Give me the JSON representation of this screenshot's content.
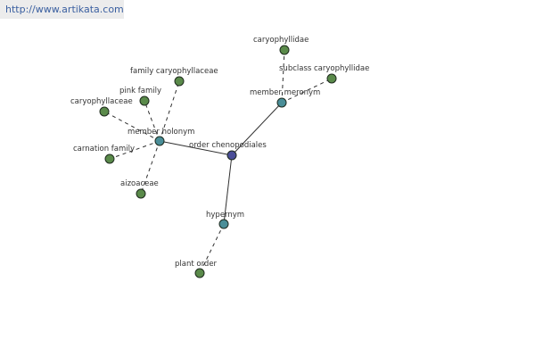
{
  "source": {
    "url_text": "http://www.artikata.com"
  },
  "colors": {
    "leaf": "#5a8a4a",
    "relation": "#4a8e98",
    "center": "#4a4e98",
    "banner": "#ececec",
    "link": "#3a5fa0"
  },
  "graph": {
    "center": {
      "id": "order-chenopodiales",
      "label": "order chenopodiales",
      "kind": "center"
    },
    "relations": [
      {
        "id": "member-holonym",
        "label": "member holonym",
        "kind": "relation"
      },
      {
        "id": "member-meronym",
        "label": "member meronym",
        "kind": "relation"
      },
      {
        "id": "hypernym",
        "label": "hypernym",
        "kind": "relation"
      }
    ],
    "leaves": [
      {
        "id": "family-caryophyllaceae",
        "label": "family caryophyllaceae",
        "relation": "member-holonym"
      },
      {
        "id": "pink-family",
        "label": "pink family",
        "relation": "member-holonym"
      },
      {
        "id": "caryophyllaceae",
        "label": "caryophyllaceae",
        "relation": "member-holonym"
      },
      {
        "id": "carnation-family",
        "label": "carnation family",
        "relation": "member-holonym"
      },
      {
        "id": "aizoaceae",
        "label": "aizoaceae",
        "relation": "member-holonym"
      },
      {
        "id": "caryophyllidae",
        "label": "caryophyllidae",
        "relation": "member-meronym"
      },
      {
        "id": "subclass-caryophyllidae",
        "label": "subclass caryophyllidae",
        "relation": "member-meronym"
      },
      {
        "id": "plant-order",
        "label": "plant order",
        "relation": "hypernym"
      }
    ]
  }
}
